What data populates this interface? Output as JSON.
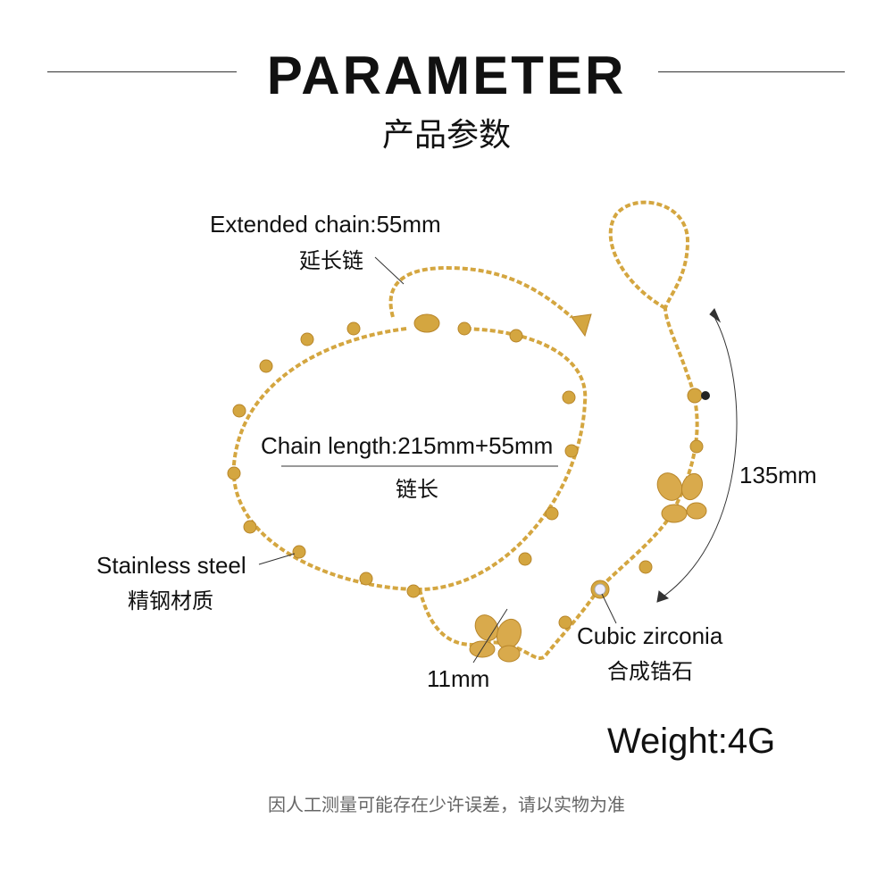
{
  "header": {
    "title": "PARAMETER",
    "subtitle": "产品参数"
  },
  "labels": {
    "extended_chain": "Extended chain:55mm",
    "extended_chain_cn": "延长链",
    "chain_length": "Chain length:215mm+55mm",
    "chain_length_cn": "链长",
    "material": "Stainless steel",
    "material_cn": "精钢材质",
    "butterfly_size": "11mm",
    "stone": "Cubic zirconia",
    "stone_cn": "合成锆石",
    "finger_chain": "135mm"
  },
  "weight": "Weight:4G",
  "note": "因人工测量可能存在少许误差，请以实物为准",
  "colors": {
    "gold": "#d4a640",
    "gold_dark": "#b8862a",
    "text": "#111111",
    "note": "#666666"
  }
}
